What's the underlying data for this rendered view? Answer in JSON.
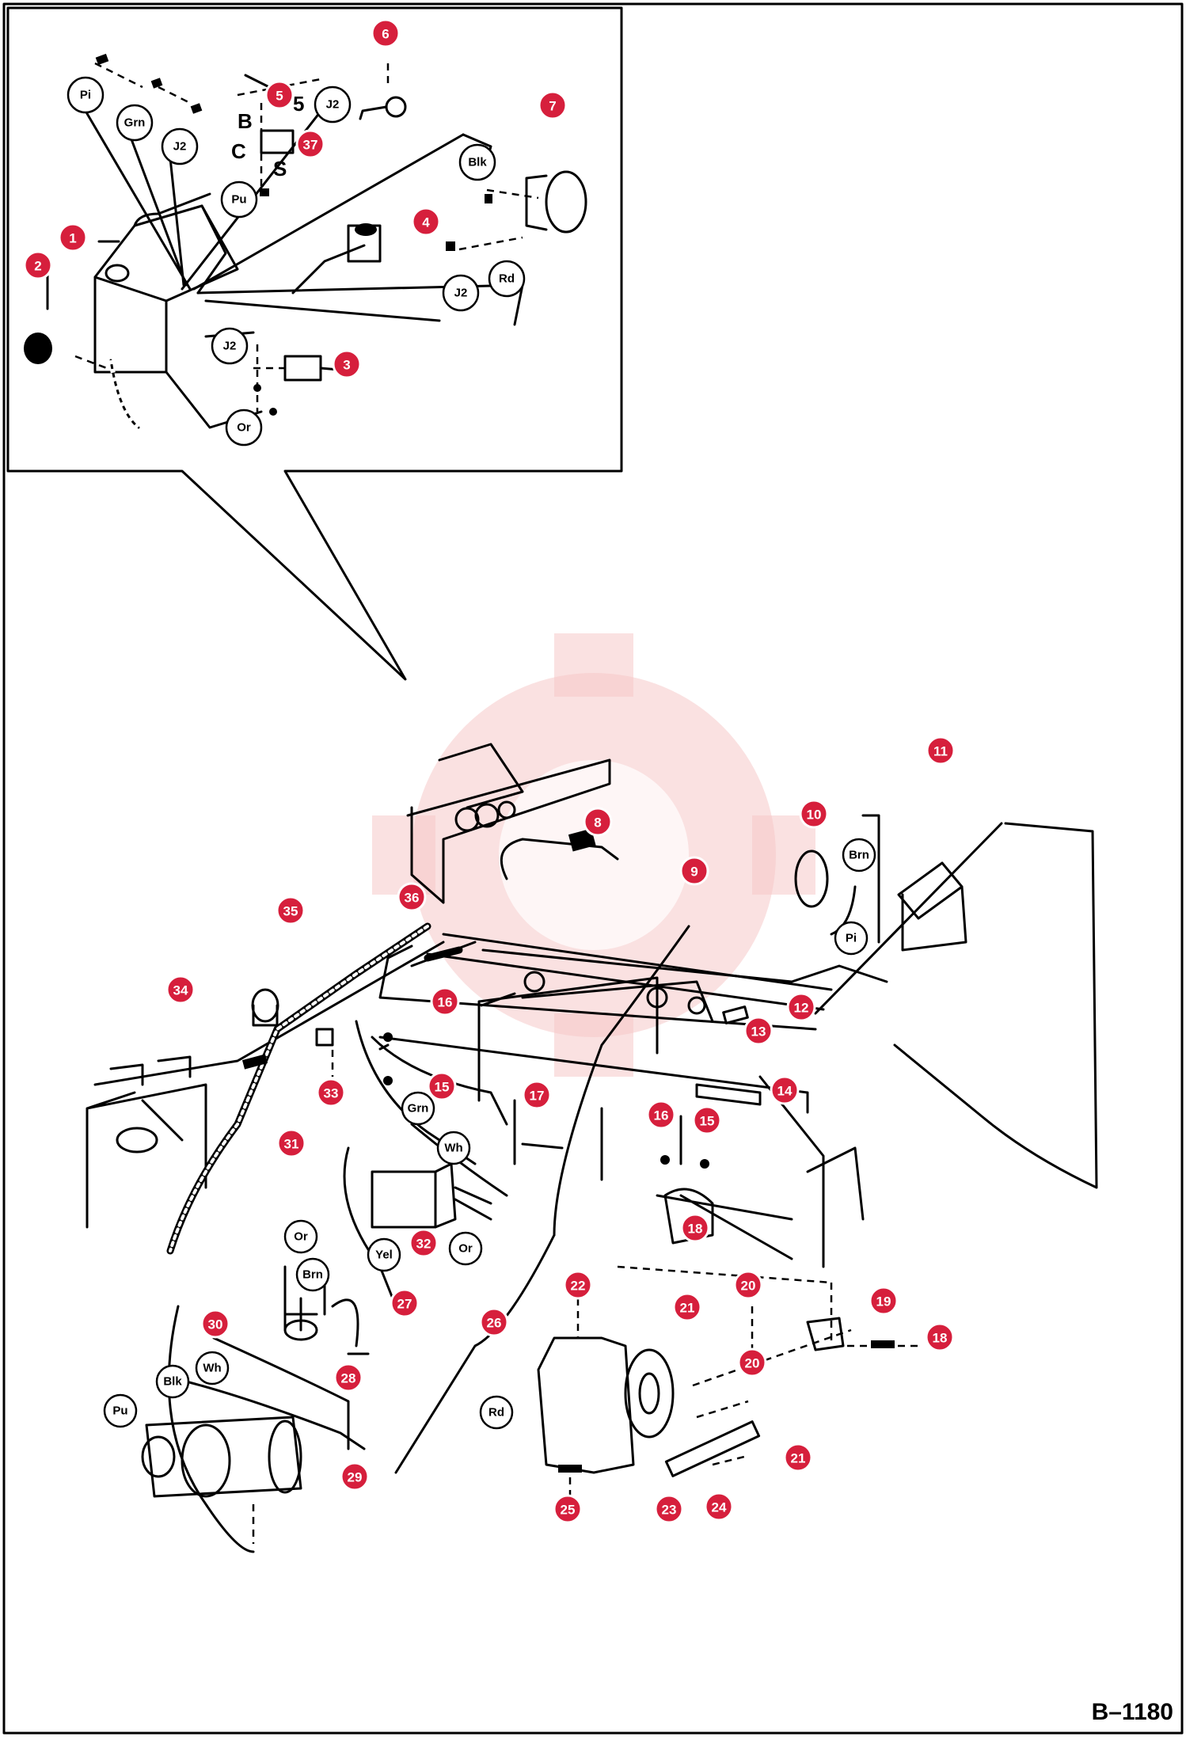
{
  "figure_id": "B–1180",
  "callout_color": "#d61f3c",
  "callouts": [
    "1",
    "2",
    "3",
    "4",
    "5",
    "6",
    "7",
    "8",
    "9",
    "10",
    "11",
    "12",
    "13",
    "14",
    "15",
    "16",
    "17",
    "18",
    "19",
    "20",
    "21",
    "22",
    "23",
    "24",
    "25",
    "26",
    "27",
    "28",
    "29",
    "30",
    "31",
    "32",
    "33",
    "34",
    "35",
    "36",
    "37"
  ],
  "wire_labels": {
    "pi": "Pi",
    "grn": "Grn",
    "j2": "J2",
    "pu": "Pu",
    "blk": "Blk",
    "rd": "Rd",
    "or": "Or",
    "brn": "Brn",
    "wh": "Wh",
    "yel": "Yel"
  },
  "terminal_letters": {
    "b": "B",
    "c": "C",
    "s": "S"
  },
  "sub_index_5": "5"
}
